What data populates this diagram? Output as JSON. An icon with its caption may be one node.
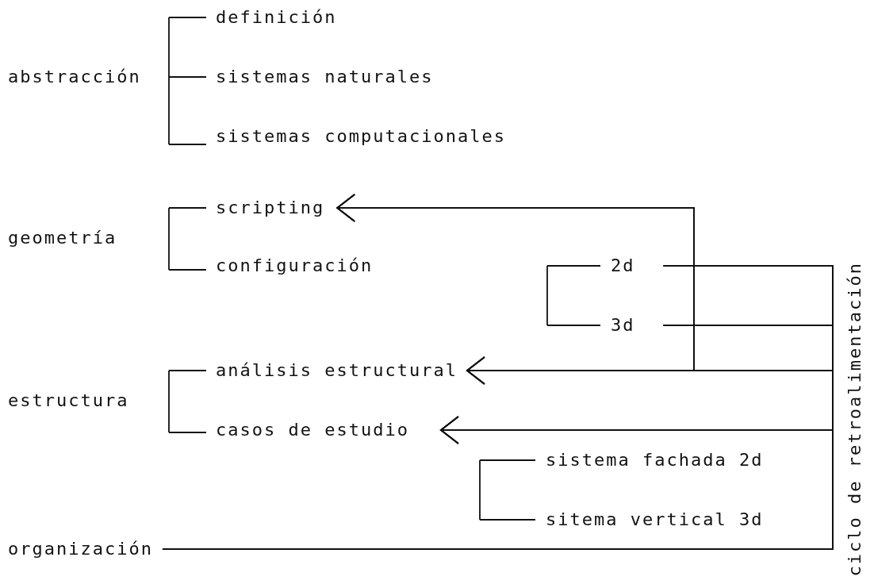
{
  "diagram": {
    "nodes": [
      {
        "text": [
          "abstracción"
        ]
      },
      {
        "text": [
          "definición"
        ]
      },
      {
        "text": [
          "sistemas naturales"
        ]
      },
      {
        "text": [
          "sistemas computacionales"
        ]
      },
      {
        "text": [
          "geometría"
        ]
      },
      {
        "text": [
          "scripting"
        ]
      },
      {
        "text": [
          "configuración"
        ]
      },
      {
        "text": [
          "2d"
        ]
      },
      {
        "text": [
          "3d"
        ]
      },
      {
        "text": [
          "estructura"
        ]
      },
      {
        "text": [
          "análisis estructural"
        ]
      },
      {
        "text": [
          "casos de estudio"
        ]
      },
      {
        "text": [
          "sistema fachada 2d"
        ]
      },
      {
        "text": [
          "sitema vertical 3d"
        ]
      },
      {
        "text": [
          "organización"
        ]
      }
    ],
    "edges": [
      {
        "from": 7,
        "to": 5,
        "arrow": "to"
      },
      {
        "from": 7,
        "to": 10,
        "arrow": "to"
      },
      {
        "from": 7,
        "to": 11,
        "arrow": "to"
      },
      {
        "from": 8,
        "to": 5,
        "arrow": "to"
      },
      {
        "from": 8,
        "to": 10,
        "arrow": "to"
      },
      {
        "from": 8,
        "to": 11,
        "arrow": "to"
      },
      {
        "from": 14,
        "to": 5,
        "arrow": "to"
      },
      {
        "from": 14,
        "to": 10,
        "arrow": "to"
      },
      {
        "from": 14,
        "to": 11,
        "arrow": "to"
      }
    ],
    "labels": [
      "ciclo de retroalimentación"
    ]
  }
}
